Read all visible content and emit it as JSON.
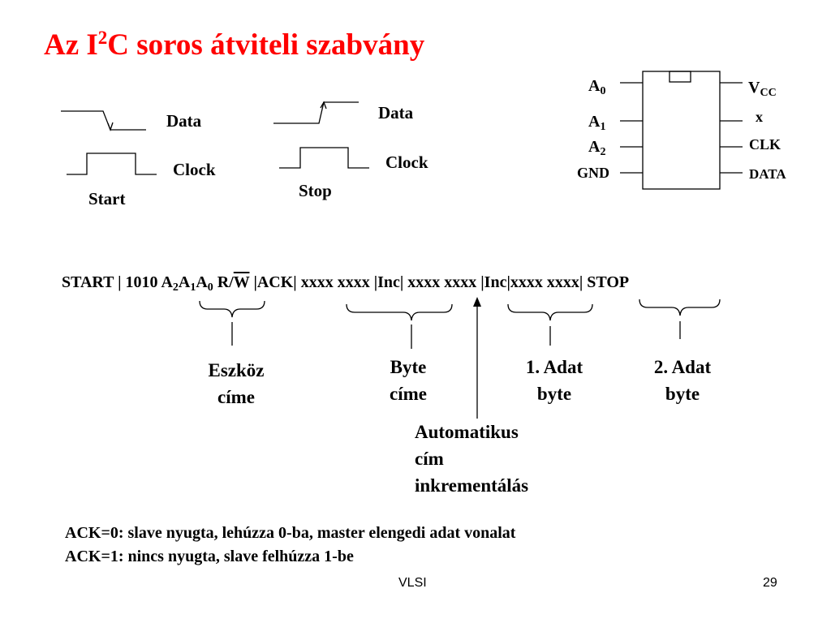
{
  "title": {
    "part1": "Az I",
    "sup": "2",
    "part2": "C soros átviteli szabvány"
  },
  "start": {
    "data_label": "Data",
    "clock_label": "Clock",
    "caption": "Start"
  },
  "stop": {
    "data_label": "Data",
    "clock_label": "Clock",
    "caption": "Stop"
  },
  "chip": {
    "a0": {
      "base": "A",
      "sub": "0"
    },
    "a1": {
      "base": "A",
      "sub": "1"
    },
    "a2": {
      "base": "A",
      "sub": "2"
    },
    "gnd": "GND",
    "vcc": {
      "base": "V",
      "sub": "CC"
    },
    "x": "x",
    "clk": "CLK",
    "data": "DATA"
  },
  "protocol": {
    "p1": "START | 1010 A",
    "sub2": "2",
    "a_1": "A",
    "sub1": "1",
    "a_0": "A",
    "sub0": "0",
    "rw_r": " R/",
    "rw_w": "W",
    "p2": " |ACK| xxxx xxxx |Inc| xxxx xxxx |Inc|xxxx xxxx| STOP"
  },
  "captions": {
    "device_address": {
      "line1": "Eszköz",
      "line2": "címe"
    },
    "address_byte": {
      "line1": "Byte",
      "line2": "címe"
    },
    "data_byte_1": {
      "line1": "1. Adat",
      "line2": "byte"
    },
    "data_byte_2": {
      "line1": "2. Adat",
      "line2": "byte"
    },
    "auto_increment": {
      "line1": "Automatikus",
      "line2": "cím",
      "line3": "inkrementálás"
    }
  },
  "notes": {
    "ack0": "ACK=0: slave nyugta, lehúzza 0-ba, master elengedi adat vonalat",
    "ack1": "ACK=1: nincs nyugta, slave felhúzza 1-be"
  },
  "footer": {
    "label": "VLSI",
    "page": "29"
  }
}
